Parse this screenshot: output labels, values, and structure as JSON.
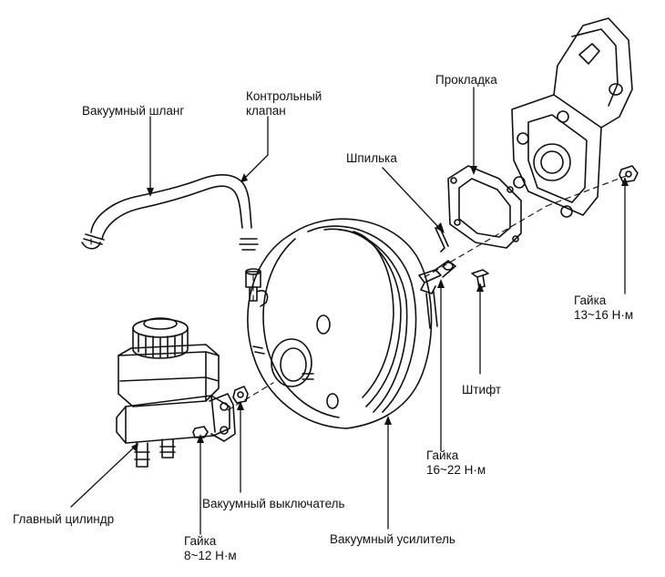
{
  "labels": {
    "vacuum_hose": "Вакуумный шланг",
    "check_valve": [
      "Контрольный",
      "клапан"
    ],
    "gasket": "Прокладка",
    "stud": "Шпилька",
    "nut_top": [
      "Гайка",
      "13~16 Н·м"
    ],
    "pin": "Штифт",
    "nut_mid": [
      "Гайка",
      "16~22 Н·м"
    ],
    "vacuum_switch": "Вакуумный выключатель",
    "master_cylinder": "Главный цилиндр",
    "nut_bottom": [
      "Гайка",
      "8~12 Н·м"
    ],
    "vacuum_booster": "Вакуумный усилитель"
  },
  "colors": {
    "ink": "#111111",
    "paper": "#ffffff"
  }
}
